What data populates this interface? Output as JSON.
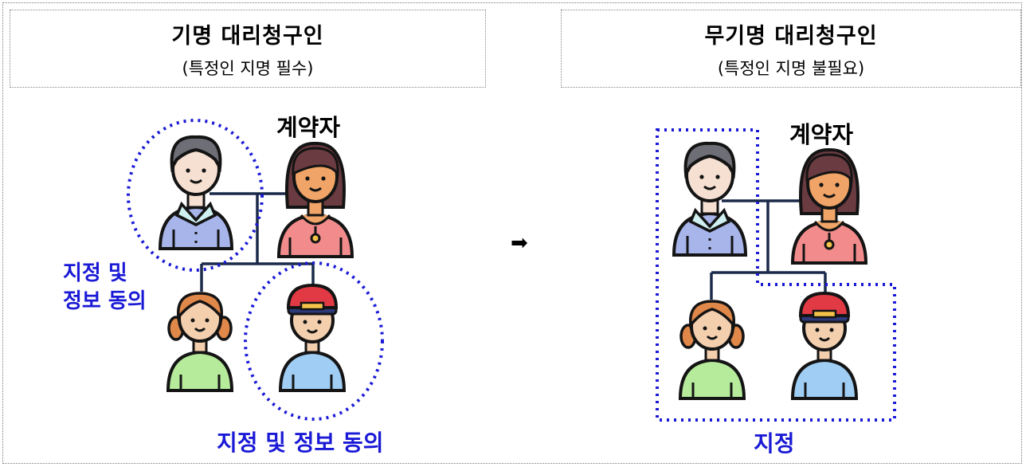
{
  "left_panel": {
    "title": "기명 대리청구인",
    "subtitle": "(특정인 지명 필수)",
    "contractor_label": "계약자",
    "agent_label_line1": "지정 및",
    "agent_label_line2": "정보 동의",
    "child_label": "지정 및 정보 동의"
  },
  "arrow": "➡",
  "right_panel": {
    "title": "무기명 대리청구인",
    "subtitle": "(특정인 지명 불필요)",
    "contractor_label": "계약자",
    "group_label": "지정"
  },
  "colors": {
    "highlight": "#1a1ad6",
    "connector": "#1b2a4a"
  }
}
